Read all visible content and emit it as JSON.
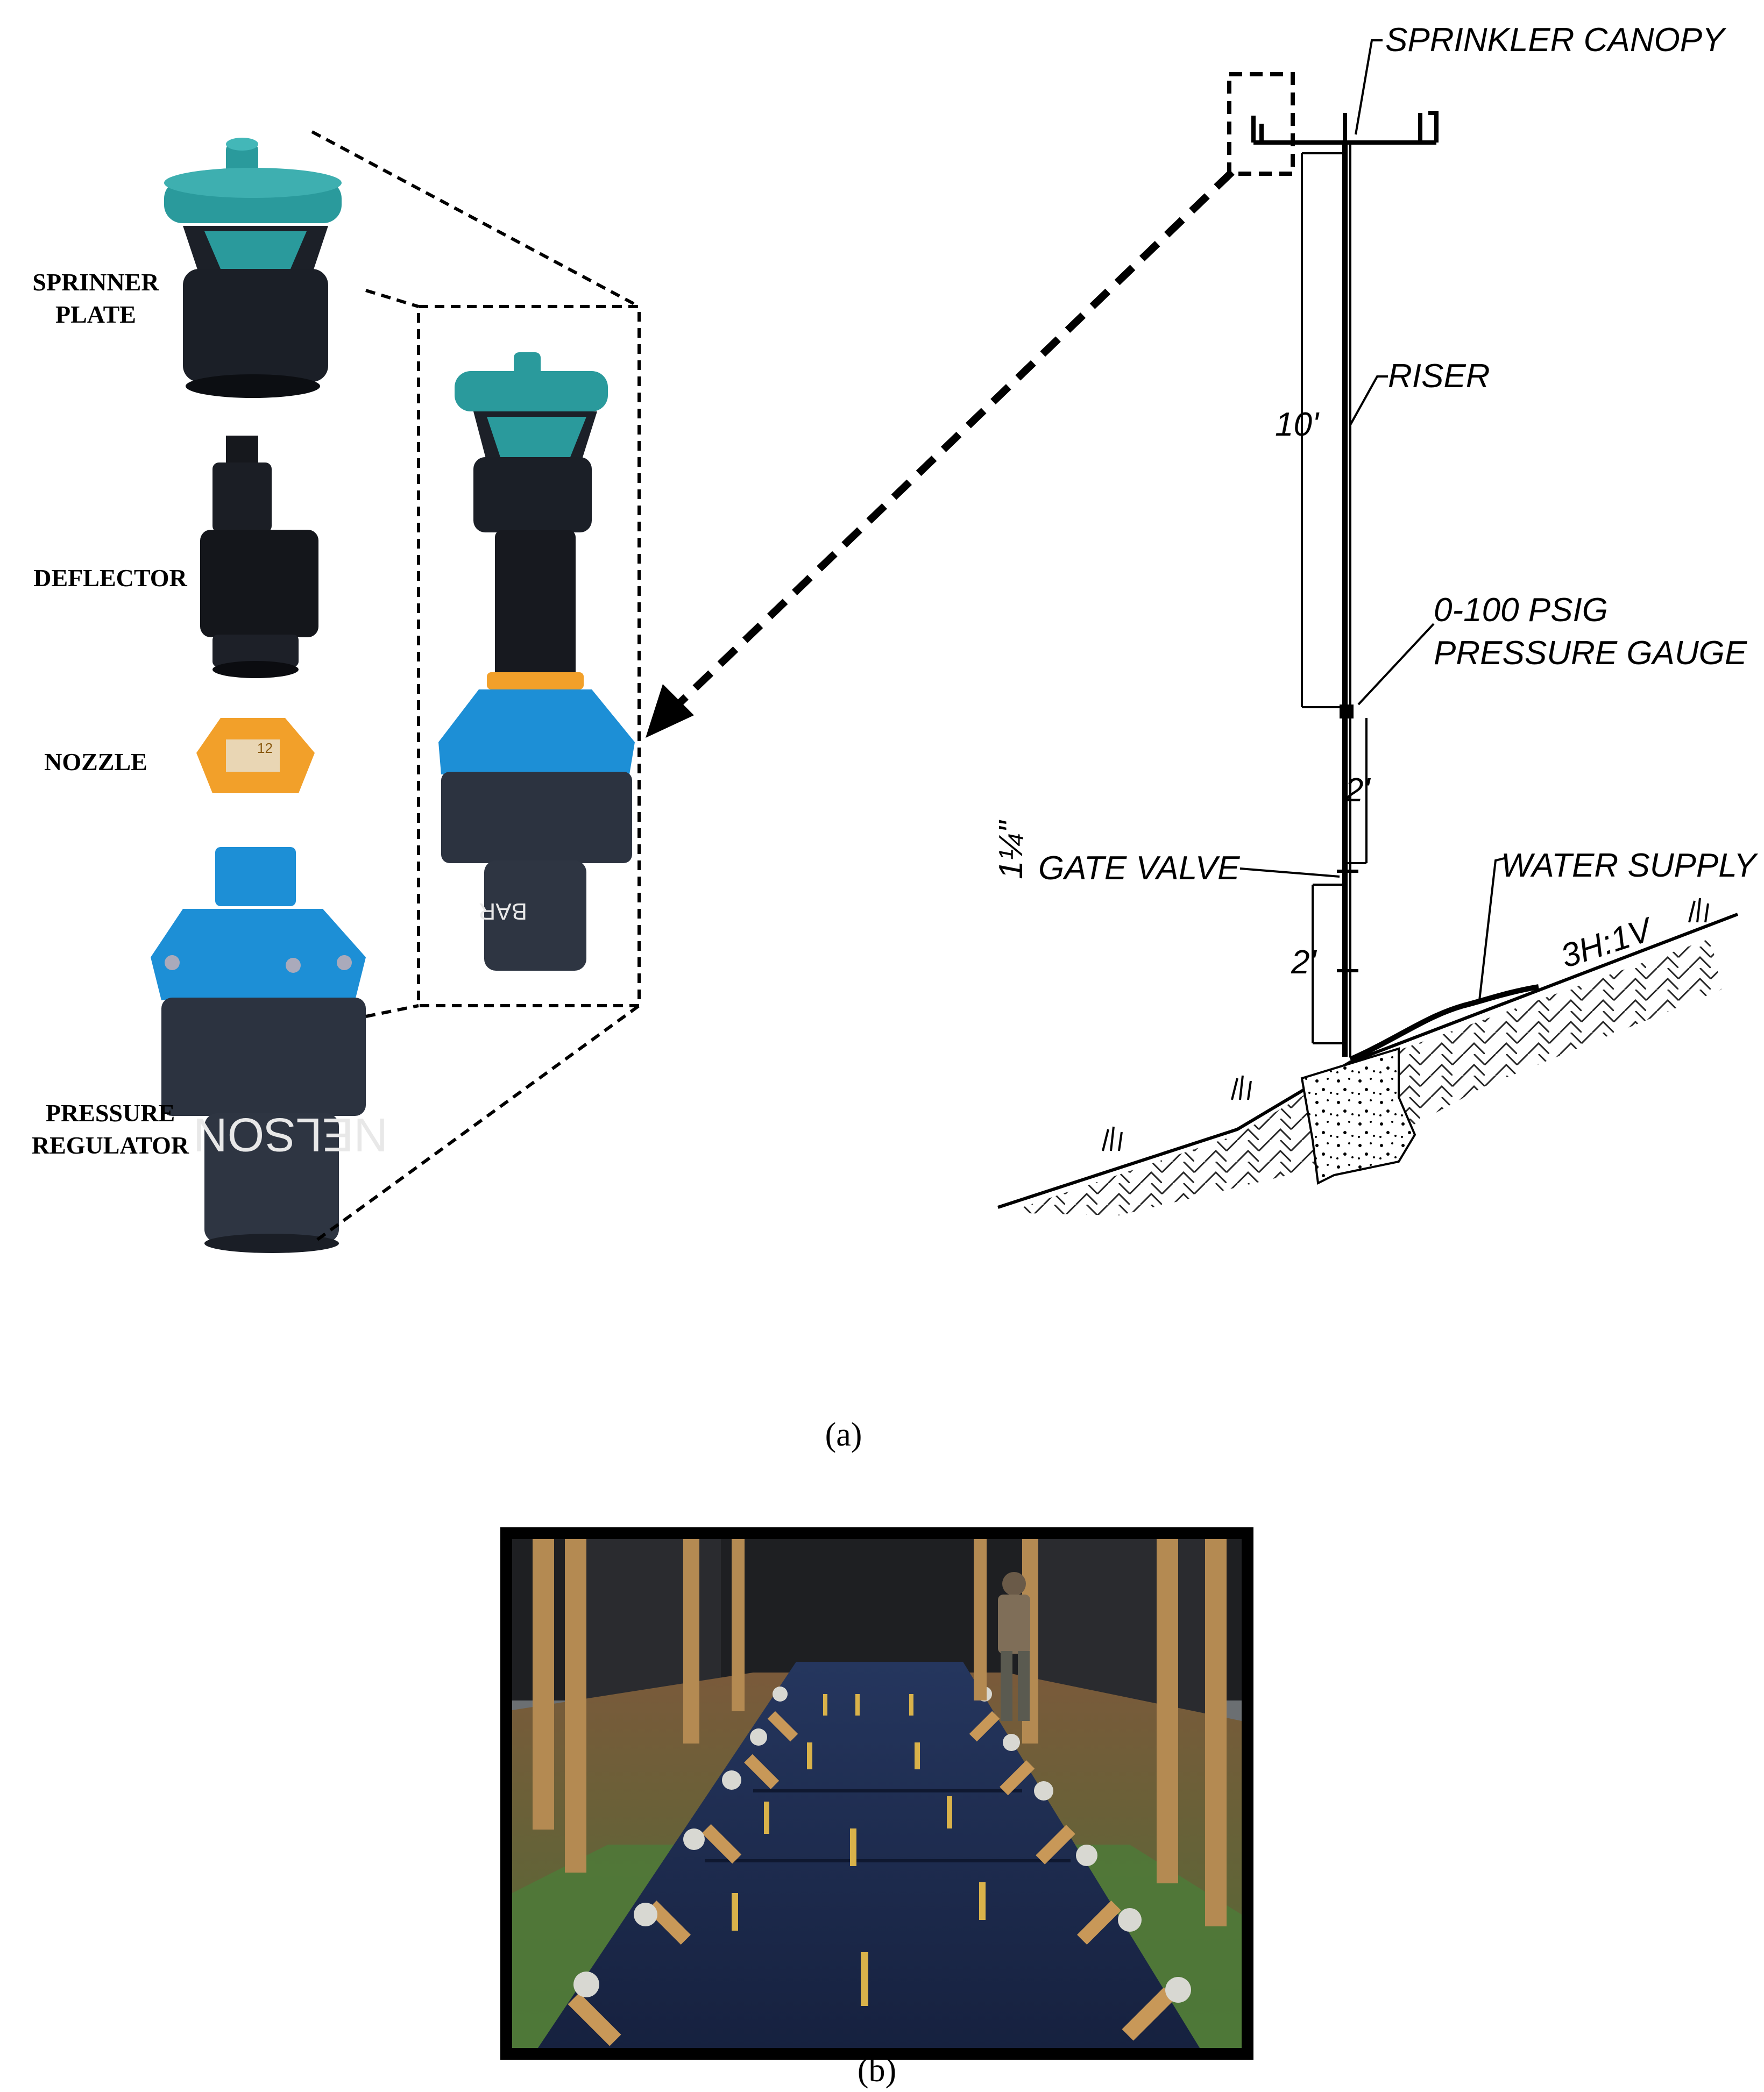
{
  "parts": {
    "sprinkler_plate": [
      "SPRINNER",
      "PLATE"
    ],
    "deflector": "DEFLECTOR",
    "nozzle": "NOZZLE",
    "pressure_regulator": [
      "PRESSURE",
      "REGULATOR"
    ]
  },
  "device_text": {
    "bar": "BAR",
    "brand": "NELSON",
    "nozzle_size": "12"
  },
  "schematic": {
    "sprinkler_canopy": "SPRINKLER CANOPY",
    "riser": "RISER",
    "height_riser": "10'",
    "gauge": [
      "0-100 PSIG",
      "PRESSURE GAUGE"
    ],
    "height_gauge_valve": "2'",
    "gate_valve_size": "1¼\"",
    "gate_valve": "GATE VALVE",
    "height_valve_ground": "2'",
    "water_supply": "WATER SUPPLY",
    "slope": "3H:1V"
  },
  "captions": {
    "a": "(a)",
    "b": "(b)"
  },
  "colors": {
    "teal": "#2a9a9c",
    "regulator_blue": "#1d8fd6",
    "nozzle_orange": "#f2a02a",
    "tarp_navy": "#1c2a4d",
    "grass_green": "#3f7a35"
  }
}
